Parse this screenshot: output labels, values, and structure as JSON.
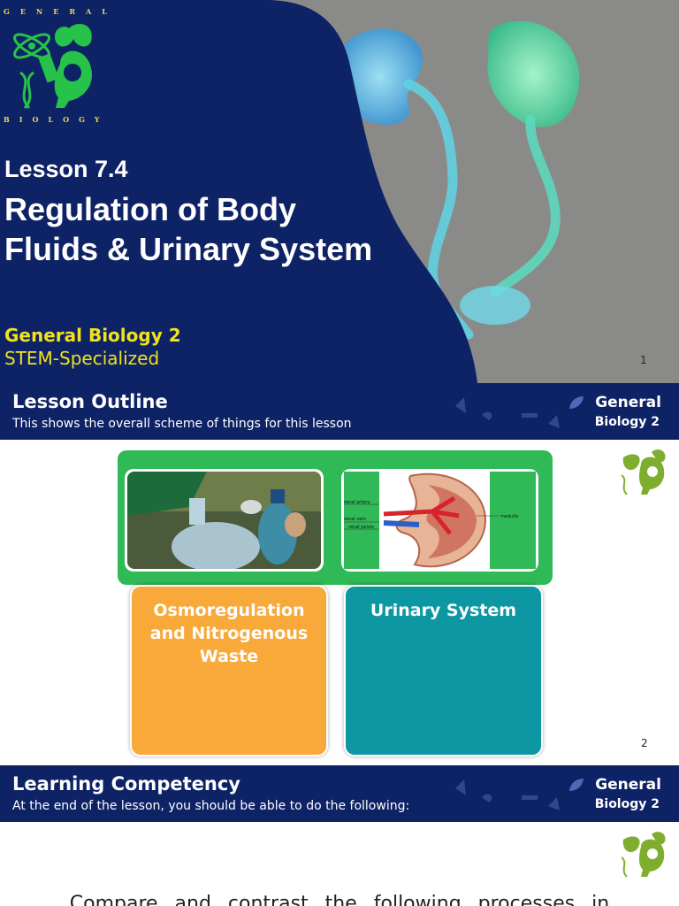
{
  "slide1": {
    "logo_top": "GENERAL",
    "logo_bottom": "BIOLOGY",
    "lesson_number": "Lesson 7.4",
    "title_line1": "Regulation of Body",
    "title_line2": "Fluids & Urinary System",
    "course": "General Biology 2",
    "track": "STEM-Specialized",
    "page": "1"
  },
  "slide2": {
    "header_title": "Lesson Outline",
    "header_subtitle": "This shows the overall scheme of things for this lesson",
    "brand_line1": "General",
    "brand_line2": "Biology  2",
    "kidney_labels": {
      "renal_artery": "renal artery",
      "renal_vein": "renal vein",
      "renal_pelvis": "renal pelvis",
      "medulla": "medulla"
    },
    "cards": [
      {
        "label_lines": [
          "Osmoregulation",
          "and Nitrogenous",
          "Waste"
        ],
        "color": "#f9a83a"
      },
      {
        "label_lines": [
          "Urinary System"
        ],
        "color": "#0d97a2"
      }
    ],
    "page": "2"
  },
  "slide3": {
    "header_title": "Learning Competency",
    "header_subtitle": "At the end of the lesson, you should be able to do the following:",
    "brand_line1": "General",
    "brand_line2": "Biology  2",
    "body_text": "Compare and contrast the following processes in"
  },
  "colors": {
    "navy": "#0e2366",
    "green": "#2fb957",
    "orange": "#f9a83a",
    "teal": "#0d97a2",
    "yellow": "#f1e21a"
  }
}
